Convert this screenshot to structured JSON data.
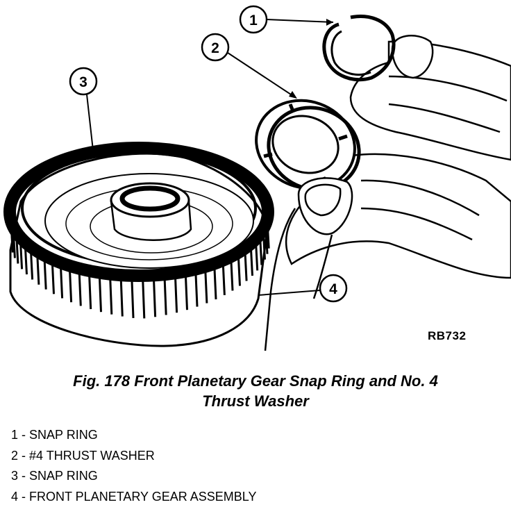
{
  "figure": {
    "reference_code": "RB732",
    "caption_line1": "Fig. 178 Front Planetary Gear Snap Ring and No. 4",
    "caption_line2": "Thrust Washer"
  },
  "callouts": [
    {
      "number": "1"
    },
    {
      "number": "2"
    },
    {
      "number": "3"
    },
    {
      "number": "4"
    }
  ],
  "legend": [
    {
      "text": "1 - SNAP RING"
    },
    {
      "text": "2 - #4 THRUST WASHER"
    },
    {
      "text": "3 - SNAP RING"
    },
    {
      "text": "4 - FRONT PLANETARY GEAR ASSEMBLY"
    }
  ],
  "colors": {
    "ink": "#000000",
    "paper": "#ffffff"
  }
}
